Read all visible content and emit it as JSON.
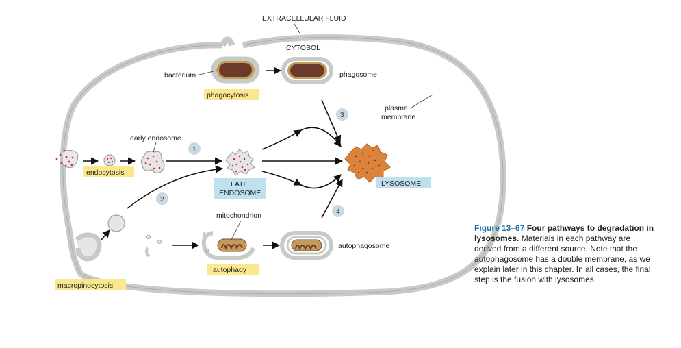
{
  "labels": {
    "extracellular_fluid": "EXTRACELLULAR FLUID",
    "cytosol": "CYTOSOL",
    "bacterium": "bacterium",
    "phagosome": "phagosome",
    "phagocytosis": "phagocytosis",
    "plasma_membrane_1": "plasma",
    "plasma_membrane_2": "membrane",
    "early_endosome": "early endosome",
    "endocytosis": "endocytosis",
    "late_endosome_1": "LATE",
    "late_endosome_2": "ENDOSOME",
    "lysosome": "LYSOSOME",
    "mitochondrion": "mitochondrion",
    "autophagosome": "autophagosome",
    "autophagy": "autophagy",
    "macropinocytosis": "macropinocytosis"
  },
  "steps": [
    "1",
    "2",
    "3",
    "4"
  ],
  "caption": {
    "figure_label": "Figure 13–67",
    "title": "Four pathways to degradation in lysosomes.",
    "body": "Materials in each pathway are derived from a different source. Note that the autophagosome has a double membrane, as we explain later in this chapter. In all cases, the final step is the fusion with lysosomes."
  },
  "colors": {
    "membrane": "#c7cbc8",
    "highlight_yellow": "#fbe88e",
    "highlight_blue": "#bfe0ef",
    "bacterium_body": "#6b3a2a",
    "bacterium_coat": "#c49a5c",
    "lysosome": "#d9843a",
    "cargo_dots": "#d12e2e",
    "step_circle": "#c8d9e4",
    "caption_accent": "#1e6aa3"
  }
}
